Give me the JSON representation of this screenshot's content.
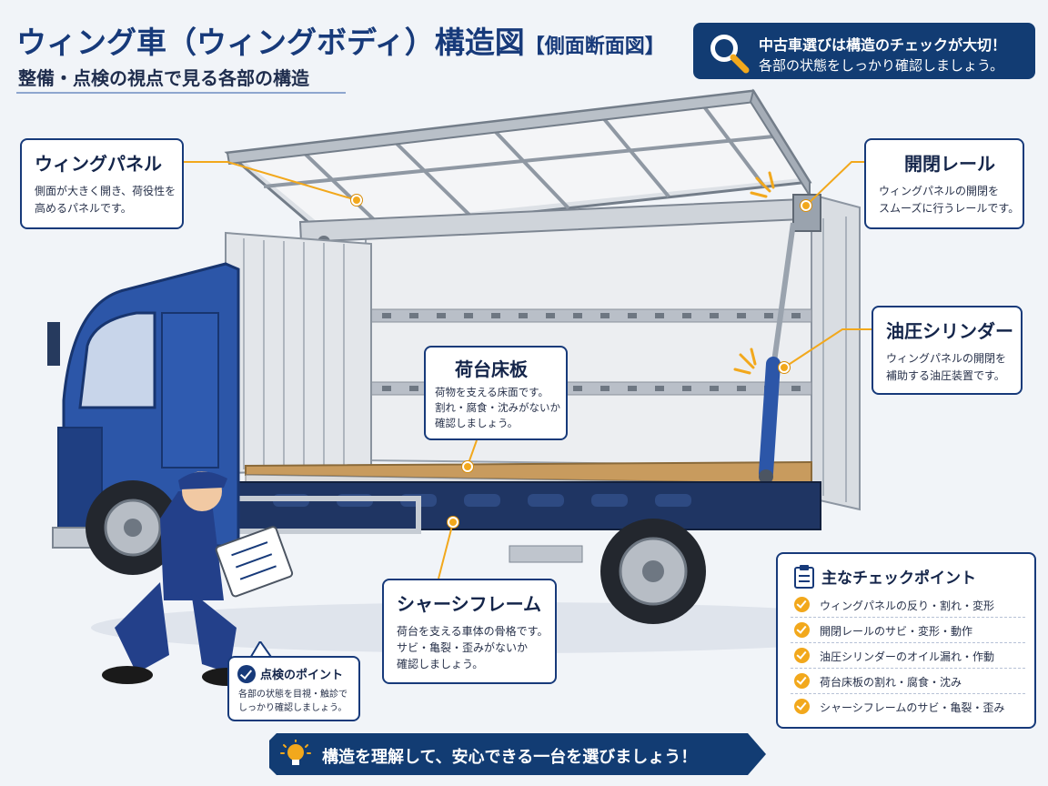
{
  "header": {
    "title": "ウィング車（ウィングボディ）構造図",
    "title_tag": "【側面断面図】",
    "subtitle": "整備・点検の視点で見る各部の構造"
  },
  "banner": {
    "line1": "中古車選びは構造のチェックが大切！",
    "line2": "各部の状態をしっかり確認しましょう。",
    "icon": "magnifier-icon"
  },
  "callouts": {
    "wing_panel": {
      "title": "ウィングパネル",
      "desc1": "側面が大きく開き、荷役性を",
      "desc2": "高めるパネルです。"
    },
    "rail": {
      "title": "開閉レール",
      "desc1": "ウィングパネルの開閉を",
      "desc2": "スムーズに行うレールです。"
    },
    "cylinder": {
      "title": "油圧シリンダー",
      "desc1": "ウィングパネルの開閉を",
      "desc2": "補助する油圧装置です。"
    },
    "floor": {
      "title": "荷台床板",
      "desc1": "荷物を支える床面です。",
      "desc2": "割れ・腐食・沈みがないか",
      "desc3": "確認しましょう。"
    },
    "chassis": {
      "title": "シャーシフレーム",
      "desc1": "荷台を支える車体の骨格です。",
      "desc2": "サビ・亀裂・歪みがないか",
      "desc3": "確認しましょう。"
    }
  },
  "checklist": {
    "title": "主なチェックポイント",
    "items": [
      "ウィングパネルの反り・割れ・変形",
      "開閉レールのサビ・変形・動作",
      "油圧シリンダーのオイル漏れ・作動",
      "荷台床板の割れ・腐食・沈み",
      "シャーシフレームのサビ・亀裂・歪み"
    ]
  },
  "tip": {
    "title": "点検のポイント",
    "line1": "各部の状態を目視・触診で",
    "line2": "しっかり確認しましょう。"
  },
  "footer": {
    "text": "構造を理解して、安心できる一台を選びましょう！"
  },
  "colors": {
    "navy": "#173a7a",
    "truck_blue": "#2c56a8",
    "accent": "#f2a81c",
    "floor": "#c89b5e"
  }
}
